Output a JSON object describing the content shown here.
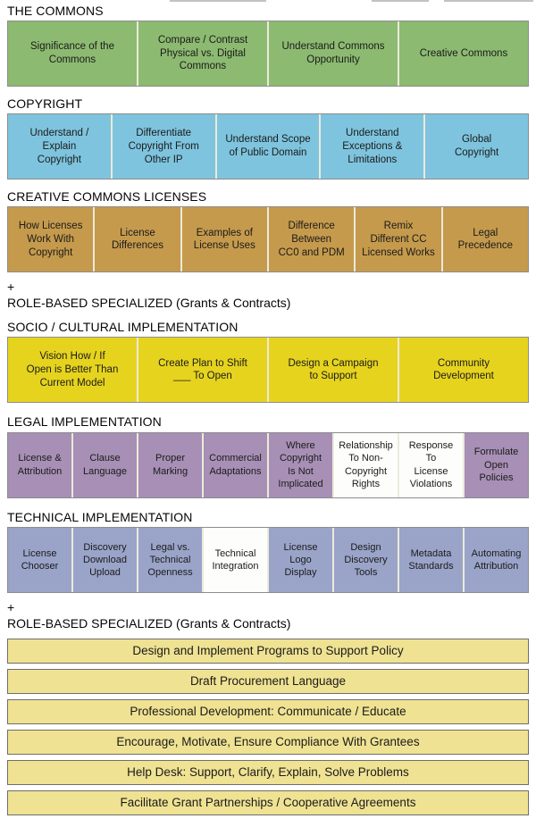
{
  "colors": {
    "commons_green": "#8cba71",
    "copyright_blue": "#7ec4de",
    "cc_licenses_gold": "#c59a4c",
    "socio_yellow": "#e6d31e",
    "legal_purple": "#a78fb5",
    "technical_periwinkle": "#9aa4c9",
    "bottom_row_yellow": "#efe292",
    "highlight_white": "#fdfdfb"
  },
  "sections": [
    {
      "title": "THE COMMONS",
      "cells": [
        "Significance of the\nCommons",
        "Compare / Contrast\nPhysical vs. Digital\nCommons",
        "Understand Commons\nOpportunity",
        "Creative Commons"
      ]
    },
    {
      "title": "COPYRIGHT",
      "cells": [
        "Understand /\nExplain\nCopyright",
        "Differentiate\nCopyright From\nOther IP",
        "Understand Scope\nof Public Domain",
        "Understand\nExceptions &\nLimitations",
        "Global\nCopyright"
      ]
    },
    {
      "title": "CREATIVE COMMONS LICENSES",
      "cells": [
        "How Licenses\nWork With\nCopyright",
        "License\nDifferences",
        "Examples of\nLicense Uses",
        "Difference\nBetween\nCC0 and PDM",
        "Remix\nDifferent CC\nLicensed Works",
        "Legal\nPrecedence"
      ]
    },
    {
      "title": "SOCIO / CULTURAL IMPLEMENTATION",
      "cells": [
        "Vision How / If\nOpen is Better Than\nCurrent Model",
        "Create Plan to Shift\n___ To Open",
        "Design a Campaign\nto Support",
        "Community\nDevelopment"
      ]
    },
    {
      "title": "LEGAL IMPLEMENTATION",
      "cells": [
        "License &\nAttribution",
        "Clause\nLanguage",
        "Proper\nMarking",
        "Commercial\nAdaptations",
        "Where\nCopyright\nIs Not\nImplicated",
        "Relationship\nTo Non-\nCopyright\nRights",
        "Response\nTo\nLicense\nViolations",
        "Formulate\nOpen\nPolicies"
      ]
    },
    {
      "title": "TECHNICAL IMPLEMENTATION",
      "cells": [
        "License\nChooser",
        "Discovery\nDownload\nUpload",
        "Legal vs.\nTechnical\nOpenness",
        "Technical\nIntegration",
        "License\nLogo\nDisplay",
        "Design\nDiscovery\nTools",
        "Metadata\nStandards",
        "Automating\nAttribution"
      ]
    }
  ],
  "role_note": {
    "plus": "+",
    "label": "ROLE-BASED SPECIALIZED (Grants & Contracts)"
  },
  "bottom_rows": [
    "Design and Implement Programs to Support Policy",
    "Draft Procurement Language",
    "Professional Development: Communicate / Educate",
    "Encourage, Motivate, Ensure Compliance With Grantees",
    "Help Desk: Support, Clarify, Explain, Solve Problems",
    "Facilitate Grant Partnerships / Cooperative Agreements"
  ]
}
